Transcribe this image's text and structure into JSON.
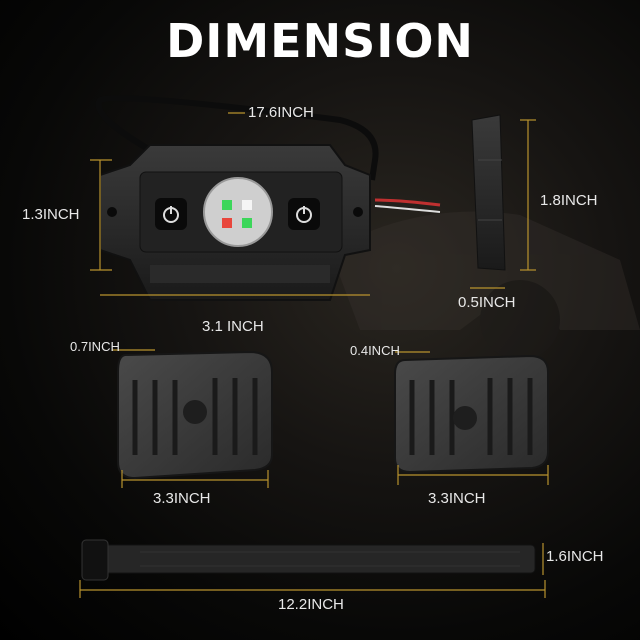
{
  "title": "DIMENSION",
  "dimensions": {
    "cable_length": "17.6INCH",
    "pod_height": "1.3INCH",
    "pod_width": "3.1 INCH",
    "side_height": "1.8INCH",
    "side_depth": "0.5INCH",
    "bracket1_thickness": "0.7INCH",
    "bracket1_width": "3.3INCH",
    "bracket2_thickness": "0.4INCH",
    "bracket2_width": "3.3INCH",
    "strap_width": "1.6INCH",
    "strap_length": "12.2INCH"
  },
  "colors": {
    "dimension_line": "#b8922e",
    "led_green": "#3cd65a",
    "led_red": "#e8463c"
  }
}
